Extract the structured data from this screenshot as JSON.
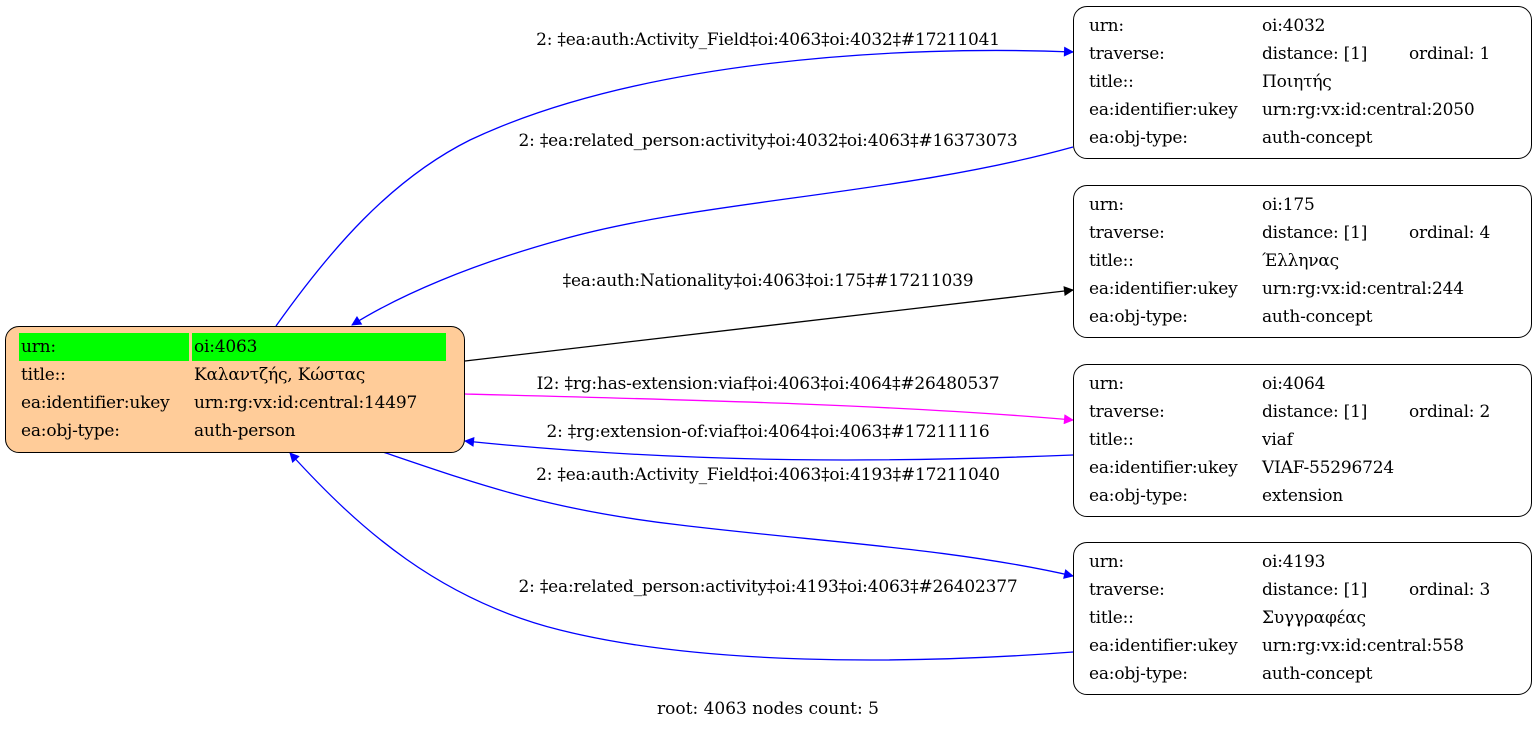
{
  "colors": {
    "root_fill": "#ffcc99",
    "highlight": "#00ff00",
    "edge_blue": "#0000ff",
    "edge_black": "#000000",
    "edge_magenta": "#ff00ff"
  },
  "root_node": {
    "rows": [
      {
        "key": "urn:",
        "value": "oi:4063"
      },
      {
        "key": "title::",
        "value": "Καλαντζής, Κώστας"
      },
      {
        "key": "ea:identifier:ukey",
        "value": "urn:rg:vx:id:central:14497"
      },
      {
        "key": "ea:obj-type:",
        "value": "auth-person"
      }
    ]
  },
  "nodes": [
    {
      "urn": "oi:4032",
      "distance": "distance: [1]",
      "ordinal": "ordinal: 1",
      "title": "Ποιητής",
      "ukey": "urn:rg:vx:id:central:2050",
      "obj_type": "auth-concept"
    },
    {
      "urn": "oi:175",
      "distance": "distance: [1]",
      "ordinal": "ordinal: 4",
      "title": "Έλληνας",
      "ukey": "urn:rg:vx:id:central:244",
      "obj_type": "auth-concept"
    },
    {
      "urn": "oi:4064",
      "distance": "distance: [1]",
      "ordinal": "ordinal: 2",
      "title": "viaf",
      "ukey": "VIAF-55296724",
      "obj_type": "extension"
    },
    {
      "urn": "oi:4193",
      "distance": "distance: [1]",
      "ordinal": "ordinal: 3",
      "title": "Συγγραφέας",
      "ukey": "urn:rg:vx:id:central:558",
      "obj_type": "auth-concept"
    }
  ],
  "node_keys": {
    "urn": "urn:",
    "traverse": "traverse:",
    "title": "title::",
    "ukey": "ea:identifier:ukey",
    "obj_type": "ea:obj-type:"
  },
  "edges": [
    {
      "label": "2: ‡ea:auth:Activity_Field‡oi:4063‡oi:4032‡#17211041",
      "color": "blue",
      "from": "oi:4063",
      "to": "oi:4032"
    },
    {
      "label": "2: ‡ea:related_person:activity‡oi:4032‡oi:4063‡#16373073",
      "color": "blue",
      "from": "oi:4032",
      "to": "oi:4063"
    },
    {
      "label": "‡ea:auth:Nationality‡oi:4063‡oi:175‡#17211039",
      "color": "black",
      "from": "oi:4063",
      "to": "oi:175"
    },
    {
      "label": "I2: ‡rg:has-extension:viaf‡oi:4063‡oi:4064‡#26480537",
      "color": "magenta",
      "from": "oi:4063",
      "to": "oi:4064"
    },
    {
      "label": "2: ‡rg:extension-of:viaf‡oi:4064‡oi:4063‡#17211116",
      "color": "blue",
      "from": "oi:4064",
      "to": "oi:4063"
    },
    {
      "label": "2: ‡ea:auth:Activity_Field‡oi:4063‡oi:4193‡#17211040",
      "color": "blue",
      "from": "oi:4063",
      "to": "oi:4193"
    },
    {
      "label": "2: ‡ea:related_person:activity‡oi:4193‡oi:4063‡#26402377",
      "color": "blue",
      "from": "oi:4193",
      "to": "oi:4063"
    }
  ],
  "footer": "root: 4063 nodes count: 5"
}
